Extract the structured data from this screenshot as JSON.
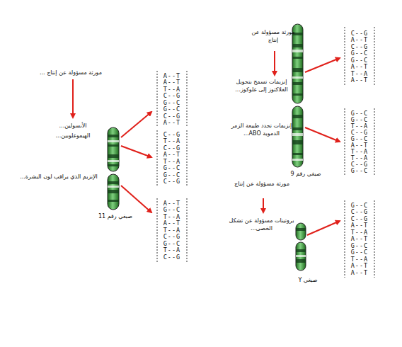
{
  "diagram": {
    "labels": [
      "مورثة مسؤولة عن إنتاج ...",
      "الأنسولين...",
      "الهيموغلوبين...",
      "الإنزيم الذي يراقب لون البشرة...",
      "صبغي رقم 11",
      "مورثة مسؤولة عن إنتاج",
      "إنزيمات تسمح بتحويل الغلاكتوز إلى غلوكوز...",
      "إنزيمات تحدد طبيعة الزمر الدموية ABO...",
      "صبغي رقم 9",
      "مورثة مسؤولة عن إنتاج",
      "بروتينات مسؤولة عن تشكل الخصى...",
      "صبغي Y",
      "A--T",
      "A--T",
      "T--A",
      "C--G",
      "G--C",
      "G--C",
      "C--G",
      "A--T",
      "C--G",
      "T--A",
      "C--G",
      "A--T",
      "T--A",
      "G--C",
      "G--C",
      "C--G",
      "A--T",
      "G--C",
      "T--A",
      "A--T",
      "T--A",
      "C--G",
      "G--C",
      "T--A",
      "C--G",
      "C--G",
      "A--T",
      "C--G",
      "G--C",
      "G--C",
      "A--T",
      "T--A",
      "A--T",
      "G--C",
      "G--C",
      "T--A",
      "C--G",
      "G--C",
      "A--T",
      "T--A",
      "T--A",
      "C--G",
      "G--C",
      "G--C",
      "C--G",
      "C--G",
      "A--T",
      "T--A",
      "A--T",
      "G--C",
      "G--C",
      "T--A",
      "A--T",
      "A--T"
    ]
  }
}
